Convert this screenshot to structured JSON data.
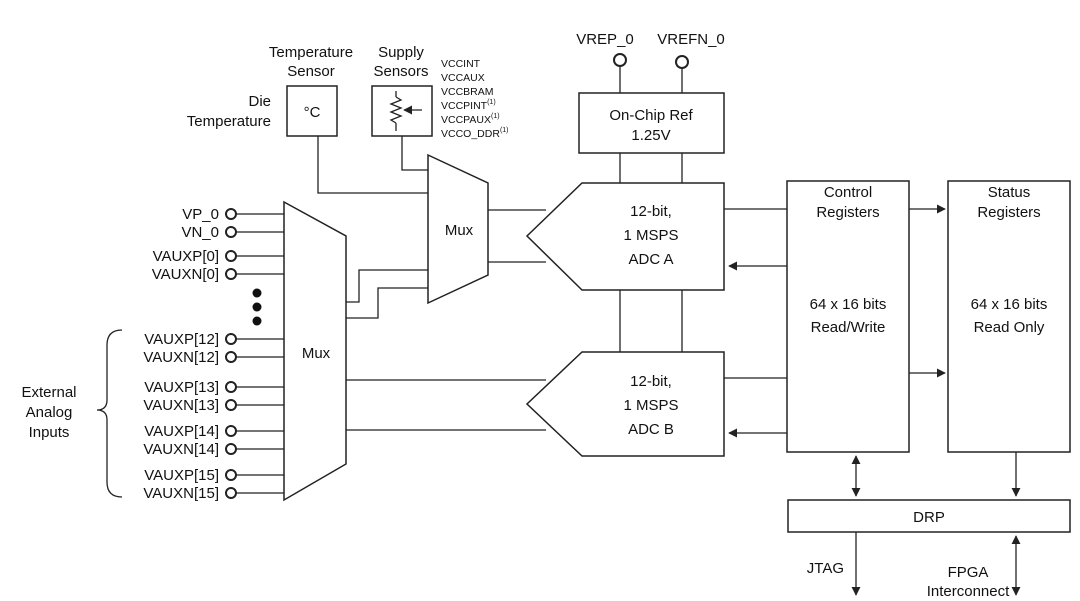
{
  "temp_sensor": {
    "label_line1": "Temperature",
    "label_line2": "Sensor",
    "symbol": "°C"
  },
  "die_temp": {
    "line1": "Die",
    "line2": "Temperature"
  },
  "supply_sensor": {
    "label_line1": "Supply",
    "label_line2": "Sensors"
  },
  "supply_list": [
    {
      "name": "VCCINT",
      "sup": ""
    },
    {
      "name": "VCCAUX",
      "sup": ""
    },
    {
      "name": "VCCBRAM",
      "sup": ""
    },
    {
      "name": "VCCPINT",
      "sup": "(1)"
    },
    {
      "name": "VCCPAUX",
      "sup": "(1)"
    },
    {
      "name": "VCCO_DDR",
      "sup": "(1)"
    }
  ],
  "vref": {
    "p": "VREP_0",
    "n": "VREFN_0"
  },
  "onchip_ref": {
    "line1": "On-Chip Ref",
    "line2": "1.25V"
  },
  "mux_small": {
    "label": "Mux"
  },
  "mux_big": {
    "label": "Mux"
  },
  "adc_a": {
    "line1": "12-bit,",
    "line2": "1 MSPS",
    "line3": "ADC A"
  },
  "adc_b": {
    "line1": "12-bit,",
    "line2": "1 MSPS",
    "line3": "ADC B"
  },
  "control_registers": {
    "title1": "Control",
    "title2": "Registers",
    "body1": "64 x 16 bits",
    "body2": "Read/Write"
  },
  "status_registers": {
    "title1": "Status",
    "title2": "Registers",
    "body1": "64 x 16 bits",
    "body2": "Read Only"
  },
  "drp": {
    "label": "DRP"
  },
  "jtag": {
    "label": "JTAG"
  },
  "fpga": {
    "line1": "FPGA",
    "line2": "Interconnect"
  },
  "external_inputs": {
    "line1": "External",
    "line2": "Analog",
    "line3": "Inputs"
  },
  "inputs_top": [
    "VP_0",
    "VN_0",
    "VAUXP[0]",
    "VAUXN[0]"
  ],
  "inputs_bottom": [
    "VAUXP[12]",
    "VAUXN[12]",
    "VAUXP[13]",
    "VAUXN[13]",
    "VAUXP[14]",
    "VAUXN[14]",
    "VAUXP[15]",
    "VAUXN[15]"
  ]
}
